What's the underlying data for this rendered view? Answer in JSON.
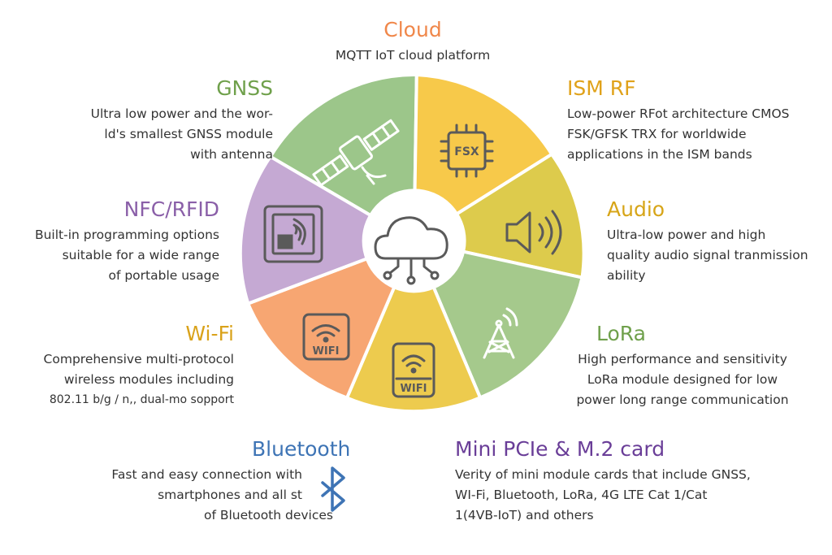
{
  "colors": {
    "cloud": "#F0874A",
    "gnss": "#6FA04B",
    "ism_rf": "#E0A21A",
    "audio": "#D7A518",
    "nfc_rfid": "#8A5FA8",
    "lora": "#6FA04B",
    "wifi": "#D9A21A",
    "bluetooth": "#3E74B5",
    "mini_pcie": "#6A3E98",
    "seg_gnss": "#9CC68A",
    "seg_ismrf": "#F7C94A",
    "seg_audio": "#DDCB4C",
    "seg_lora": "#A5C98C",
    "seg_wifi_center": "#EDCB4E",
    "seg_wifi_left": "#F7A672",
    "seg_nfc": "#C5A9D3",
    "icon_stroke": "#5A5A5A"
  },
  "cloud": {
    "title": "Cloud",
    "lines": [
      "MQTT IoT cloud platform"
    ]
  },
  "gnss": {
    "title": "GNSS",
    "lines": [
      "Ultra low power and the wor-",
      "ld's smallest GNSS module",
      "with antenna"
    ]
  },
  "ism_rf": {
    "title": "ISM RF",
    "lines": [
      "Low-power RFot architecture CMOS",
      "FSK/GFSK TRX for worldwide",
      "applications in the ISM bands"
    ]
  },
  "nfc_rfid": {
    "title": "NFC/RFID",
    "lines": [
      "Built-in programming options",
      "suitable for a wide range",
      "of portable usage"
    ]
  },
  "audio": {
    "title": "Audio",
    "lines": [
      "Ultra-low power and high",
      "quality audio signal tranmission",
      "ability"
    ]
  },
  "wifi": {
    "title": "Wi-Fi",
    "lines": [
      "Comprehensive multi-protocol",
      "wireless modules including",
      "802.11 b/g / n,, dual-mo sopport"
    ]
  },
  "lora": {
    "title": "LoRa",
    "lines": [
      "High performance and sensitivity",
      "LoRa module designed for low",
      "power long range communication"
    ]
  },
  "bluetooth": {
    "title": "Bluetooth",
    "lines": [
      "Fast and easy connection with",
      "smartphones and all st",
      "of Bluetooth devices"
    ]
  },
  "mini_pcie": {
    "title": "Mini PCIe & M.2 card",
    "lines": [
      "Verity of mini module cards that include GNSS,",
      "WI-Fi, Bluetooth, LoRa, 4G LTE Cat 1/Cat",
      "1(4VB-IoT) and others"
    ]
  },
  "icons": {
    "ism_chip_label": "FSX",
    "wifi_center_label": "WIFI",
    "wifi_left_label": "WIFI",
    "list": [
      "cloud-network-icon",
      "satellite-icon",
      "chip-icon",
      "speaker-icon",
      "antenna-tower-icon",
      "wifi-module-icon",
      "nfc-card-icon",
      "bluetooth-icon"
    ]
  }
}
